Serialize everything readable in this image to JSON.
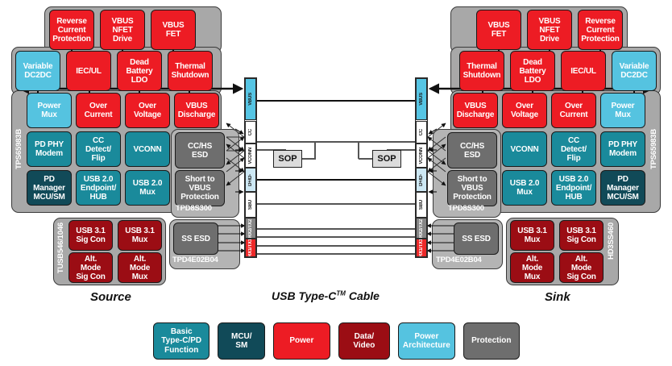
{
  "diagram": {
    "title": "USB Type-C™ Cable",
    "title_main": "USB Type-C",
    "title_tm": "TM",
    "title_tail": " Cable",
    "source_label": "Source",
    "sink_label": "Sink"
  },
  "colors": {
    "power": "#ED1C24",
    "basic_typec_pd": "#1A8A9B",
    "mcu_sm": "#114A58",
    "data_video": "#9B0D14",
    "power_architecture": "#55C3E0",
    "protection": "#6E6E6E",
    "chip_body": "#A8A8A8",
    "pin_vbus": "#56C5E4",
    "pin_rx1": "#ED2A2A",
    "pin_rx2": "#868686",
    "pin_dpdm": "#CDE8F4",
    "wire": "#555555"
  },
  "source": {
    "pmic_label": "TPS65983B",
    "mux_label": "TUSB546/1046",
    "esd_hs_label": "TPD8S300",
    "esd_ss_label": "TPD4E02B04",
    "top_row": [
      {
        "label": "Reverse\nCurrent\nProtection",
        "type": "power"
      },
      {
        "label": "VBUS\nNFET\nDrive",
        "type": "power"
      },
      {
        "label": "VBUS\nFET",
        "type": "power"
      }
    ],
    "row2": [
      {
        "label": "Variable\nDC2DC",
        "type": "power_architecture"
      },
      {
        "label": "IEC/UL",
        "type": "power"
      },
      {
        "label": "Dead\nBattery\nLDO",
        "type": "power"
      },
      {
        "label": "Thermal\nShutdown",
        "type": "power"
      }
    ],
    "row3": [
      {
        "label": "Power\nMux",
        "type": "power_architecture"
      },
      {
        "label": "Over\nCurrent",
        "type": "power"
      },
      {
        "label": "Over\nVoltage",
        "type": "power"
      },
      {
        "label": "VBUS\nDischarge",
        "type": "power"
      }
    ],
    "row4": [
      {
        "label": "PD PHY\nModem",
        "type": "basic_typec_pd"
      },
      {
        "label": "CC\nDetect/\nFlip",
        "type": "basic_typec_pd"
      },
      {
        "label": "VCONN",
        "type": "basic_typec_pd"
      }
    ],
    "row5": [
      {
        "label": "PD\nManager\nMCU/SM",
        "type": "mcu_sm"
      },
      {
        "label": "USB 2.0\nEndpoint/\nHUB",
        "type": "basic_typec_pd"
      },
      {
        "label": "USB 2.0\nMux",
        "type": "basic_typec_pd"
      }
    ],
    "mux_blocks": [
      {
        "label": "USB 3.1\nSig Con",
        "type": "data_video"
      },
      {
        "label": "USB 3.1\nMux",
        "type": "data_video"
      },
      {
        "label": "Alt.\nMode\nSig Con",
        "type": "data_video"
      },
      {
        "label": "Alt.\nMode\nMux",
        "type": "data_video"
      }
    ],
    "esd_blocks": [
      {
        "label": "CC/HS\nESD",
        "type": "protection"
      },
      {
        "label": "Short to\nVBUS\nProtection",
        "type": "protection"
      }
    ],
    "ss_esd_block": {
      "label": "SS ESD",
      "type": "protection"
    }
  },
  "sink": {
    "pmic_label": "TPS65983B",
    "mux_label": "HD3SS460",
    "esd_hs_label": "TPD8S300",
    "esd_ss_label": "TPD4E02B04",
    "top_row": [
      {
        "label": "VBUS\nFET",
        "type": "power"
      },
      {
        "label": "VBUS\nNFET\nDrive",
        "type": "power"
      },
      {
        "label": "Reverse\nCurrent\nProtection",
        "type": "power"
      }
    ],
    "row2": [
      {
        "label": "Thermal\nShutdown",
        "type": "power"
      },
      {
        "label": "Dead\nBattery\nLDO",
        "type": "power"
      },
      {
        "label": "IEC/UL",
        "type": "power"
      },
      {
        "label": "Variable\nDC2DC",
        "type": "power_architecture"
      }
    ],
    "row3": [
      {
        "label": "VBUS\nDischarge",
        "type": "power"
      },
      {
        "label": "Over\nVoltage",
        "type": "power"
      },
      {
        "label": "Over\nCurrent",
        "type": "power"
      },
      {
        "label": "Power\nMux",
        "type": "power_architecture"
      }
    ],
    "row4": [
      {
        "label": "VCONN",
        "type": "basic_typec_pd"
      },
      {
        "label": "CC\nDetect/\nFlip",
        "type": "basic_typec_pd"
      },
      {
        "label": "PD PHY\nModem",
        "type": "basic_typec_pd"
      }
    ],
    "row5": [
      {
        "label": "USB 2.0\nMux",
        "type": "basic_typec_pd"
      },
      {
        "label": "USB 2.0\nEndpoint/\nHUB",
        "type": "basic_typec_pd"
      },
      {
        "label": "PD\nManager\nMCU/SM",
        "type": "mcu_sm"
      }
    ],
    "mux_blocks": [
      {
        "label": "USB 3.1\nMux",
        "type": "data_video"
      },
      {
        "label": "USB 3.1\nSig Con",
        "type": "data_video"
      },
      {
        "label": "Alt.\nMode\nMux",
        "type": "data_video"
      },
      {
        "label": "Alt.\nMode\nSig Con",
        "type": "data_video"
      }
    ],
    "esd_blocks": [
      {
        "label": "CC/HS\nESD",
        "type": "protection"
      },
      {
        "label": "Short to\nVBUS\nProtection",
        "type": "protection"
      }
    ],
    "ss_esd_block": {
      "label": "SS ESD",
      "type": "protection"
    }
  },
  "connector": {
    "pins": [
      {
        "name": "VBUS",
        "label": "VBUS"
      },
      {
        "name": "CC",
        "label": "CC"
      },
      {
        "name": "VCONN",
        "label": "VCONN"
      },
      {
        "name": "DPDM",
        "label": "D+/D-"
      },
      {
        "name": "SBU",
        "label": "SBU"
      },
      {
        "name": "RX2TX2",
        "label": "RX2/TX2"
      },
      {
        "name": "RX1TX1",
        "label": "RX1/TX1"
      }
    ],
    "sop_label": "SOP"
  },
  "legend": [
    {
      "label": "Basic\nType-C/PD\nFunction",
      "type": "basic_typec_pd",
      "width": 72
    },
    {
      "label": "MCU/\nSM",
      "type": "mcu_sm",
      "width": 60
    },
    {
      "label": "Power",
      "type": "power",
      "width": 72
    },
    {
      "label": "Data/\nVideo",
      "type": "data_video",
      "width": 66
    },
    {
      "label": "Power\nArchitecture",
      "type": "power_architecture",
      "width": 72
    },
    {
      "label": "Protection",
      "type": "protection",
      "width": 72
    }
  ]
}
